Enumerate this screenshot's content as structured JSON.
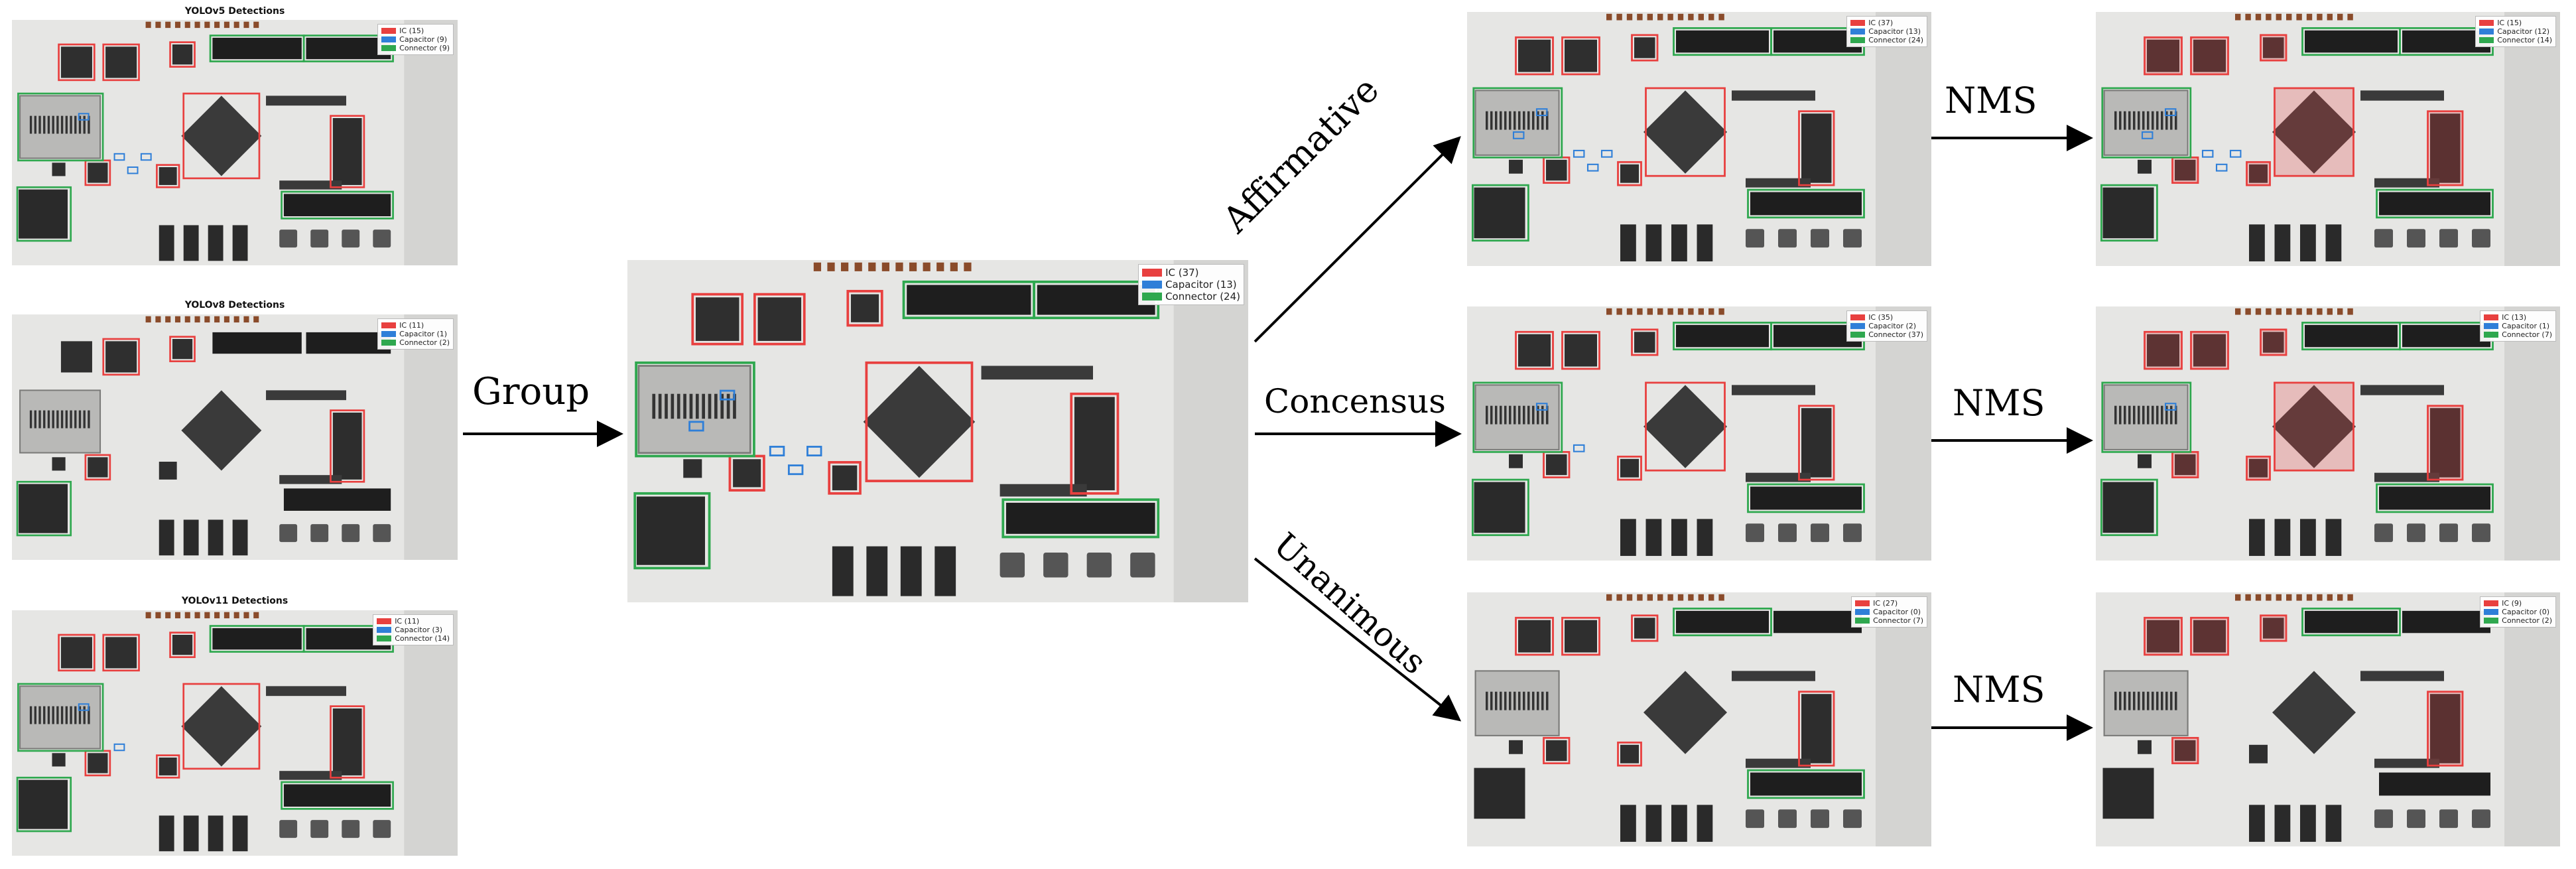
{
  "colors": {
    "ic": "#e8403f",
    "capacitor": "#2f7fd8",
    "connector": "#2fa84f",
    "board": "#e6e6e4",
    "arrow": "#000000"
  },
  "stages": {
    "inputs": [
      {
        "title": "YOLOv5 Detections",
        "legend": [
          "IC (15)",
          "Capacitor (9)",
          "Connector (9)"
        ]
      },
      {
        "title": "YOLOv8 Detections",
        "legend": [
          "IC (11)",
          "Capacitor (1)",
          "Connector (2)"
        ]
      },
      {
        "title": "YOLOv11 Detections",
        "legend": [
          "IC (11)",
          "Capacitor (3)",
          "Connector (14)"
        ]
      }
    ],
    "grouped": {
      "legend": [
        "IC (37)",
        "Capacitor (13)",
        "Connector (24)"
      ]
    },
    "strategies": [
      {
        "label": "Affirmative",
        "legend": [
          "IC (37)",
          "Capacitor (13)",
          "Connector (24)"
        ]
      },
      {
        "label": "Concensus",
        "legend": [
          "IC (35)",
          "Capacitor (2)",
          "Connector (37)"
        ]
      },
      {
        "label": "Unanimous",
        "legend": [
          "IC (27)",
          "Capacitor (0)",
          "Connector (7)"
        ]
      }
    ],
    "nms_results": [
      {
        "legend": [
          "IC (15)",
          "Capacitor (12)",
          "Connector (14)"
        ]
      },
      {
        "legend": [
          "IC (13)",
          "Capacitor (1)",
          "Connector (7)"
        ]
      },
      {
        "legend": [
          "IC (9)",
          "Capacitor (0)",
          "Connector (2)"
        ]
      }
    ]
  },
  "flow": {
    "group_label": "Group",
    "nms_label": "NMS"
  }
}
